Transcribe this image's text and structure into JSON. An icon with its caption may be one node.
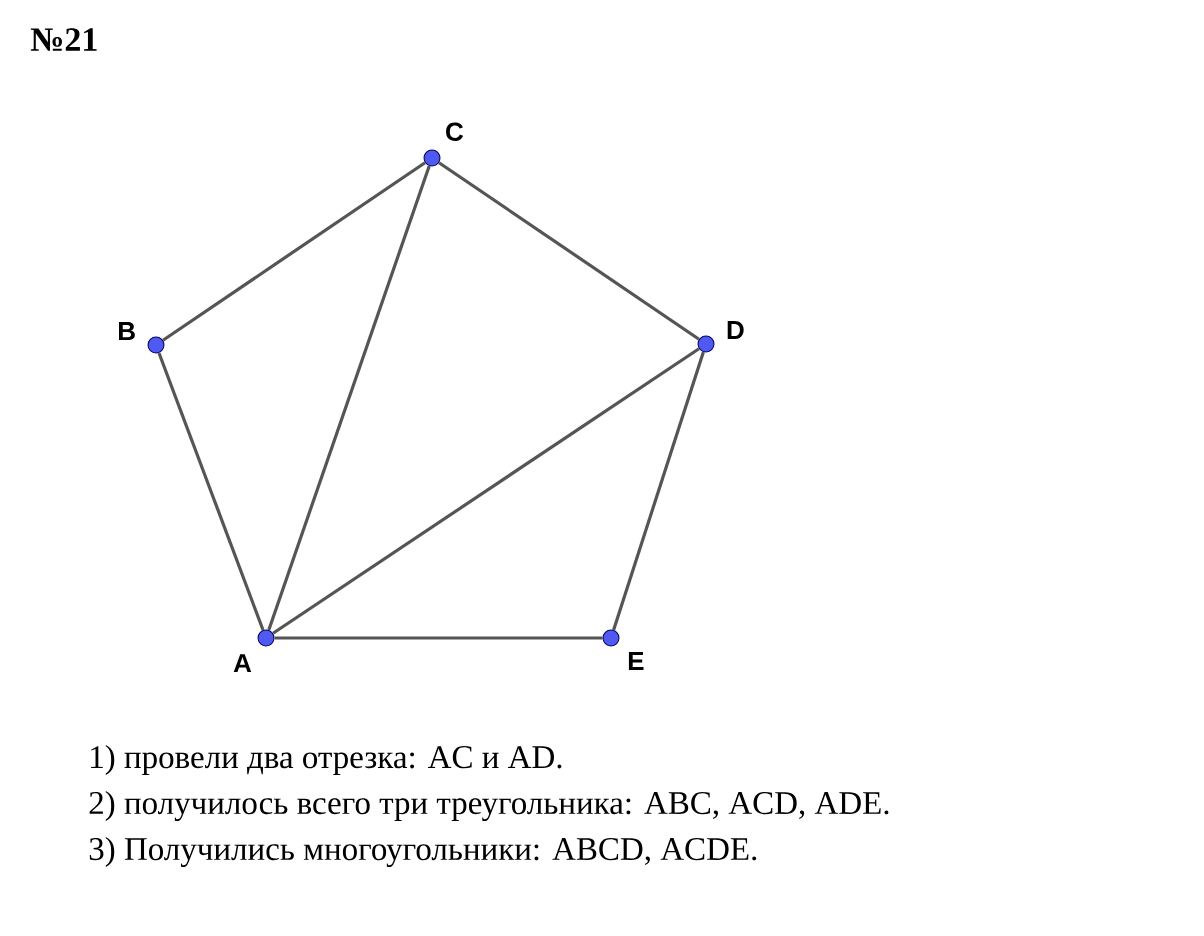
{
  "diagram": {
    "title": "№21",
    "nodes": [
      {
        "text": [
          "C"
        ]
      },
      {
        "text": [
          "B"
        ]
      },
      {
        "text": [
          "D"
        ]
      },
      {
        "text": [
          "A"
        ]
      },
      {
        "text": [
          "E"
        ]
      }
    ],
    "edges": [
      {
        "from": 1,
        "to": 0,
        "arrow": "none"
      },
      {
        "from": 0,
        "to": 2,
        "arrow": "none"
      },
      {
        "from": 2,
        "to": 4,
        "arrow": "none"
      },
      {
        "from": 4,
        "to": 3,
        "arrow": "none"
      },
      {
        "from": 3,
        "to": 1,
        "arrow": "none"
      },
      {
        "from": 3,
        "to": 0,
        "arrow": "none"
      },
      {
        "from": 3,
        "to": 2,
        "arrow": "none"
      }
    ],
    "labels": [
      "1) провели два отрезка: AC и AD.",
      "2) получилось всего три треугольника: ABC, ACD, ADE.",
      "3) Получились многоугольники: ABCD, ACDE."
    ]
  }
}
